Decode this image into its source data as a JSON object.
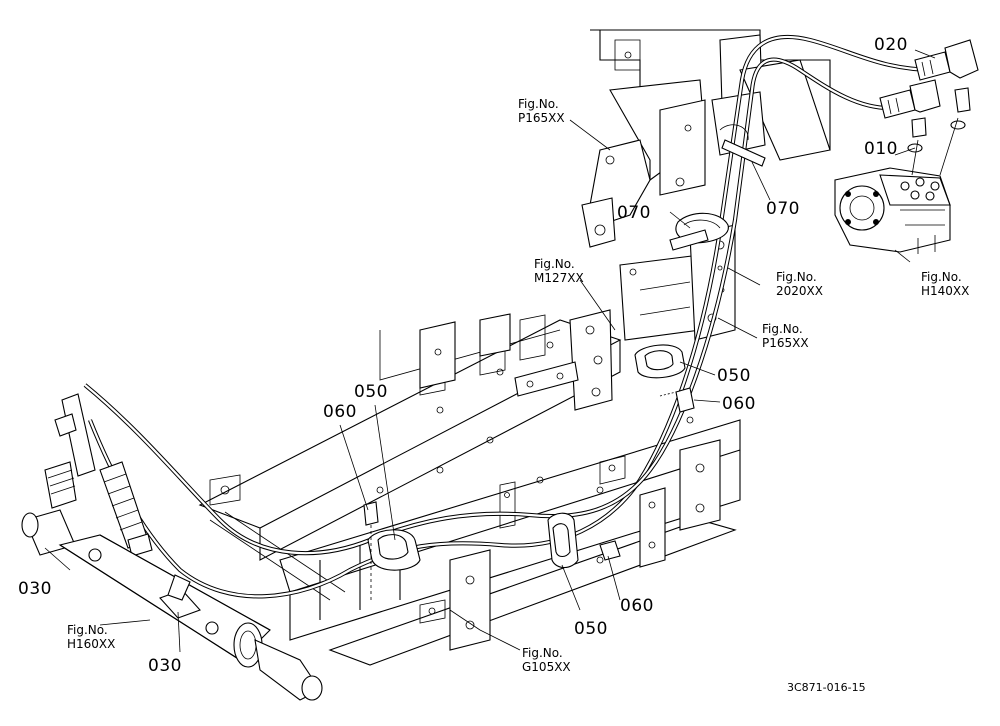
{
  "parts": [
    {
      "id": "p010",
      "number": "010"
    },
    {
      "id": "p020",
      "number": "020"
    },
    {
      "id": "p030a",
      "number": "030"
    },
    {
      "id": "p030b",
      "number": "030"
    },
    {
      "id": "p050a",
      "number": "050"
    },
    {
      "id": "p050b",
      "number": "050"
    },
    {
      "id": "p050c",
      "number": "050"
    },
    {
      "id": "p060a",
      "number": "060"
    },
    {
      "id": "p060b",
      "number": "060"
    },
    {
      "id": "p060c",
      "number": "060"
    },
    {
      "id": "p070a",
      "number": "070"
    },
    {
      "id": "p070b",
      "number": "070"
    }
  ],
  "figure_refs": [
    {
      "id": "f1",
      "prefix": "Fig.No.",
      "code": "P165XX"
    },
    {
      "id": "f2",
      "prefix": "Fig.No.",
      "code": "M127XX"
    },
    {
      "id": "f3",
      "prefix": "Fig.No.",
      "code": "2020XX"
    },
    {
      "id": "f4",
      "prefix": "Fig.No.",
      "code": "P165XX"
    },
    {
      "id": "f5",
      "prefix": "Fig.No.",
      "code": "H140XX"
    },
    {
      "id": "f6",
      "prefix": "Fig.No.",
      "code": "H160XX"
    },
    {
      "id": "f7",
      "prefix": "Fig.No.",
      "code": "G105XX"
    }
  ],
  "drawing_code": "3C871-016-15"
}
